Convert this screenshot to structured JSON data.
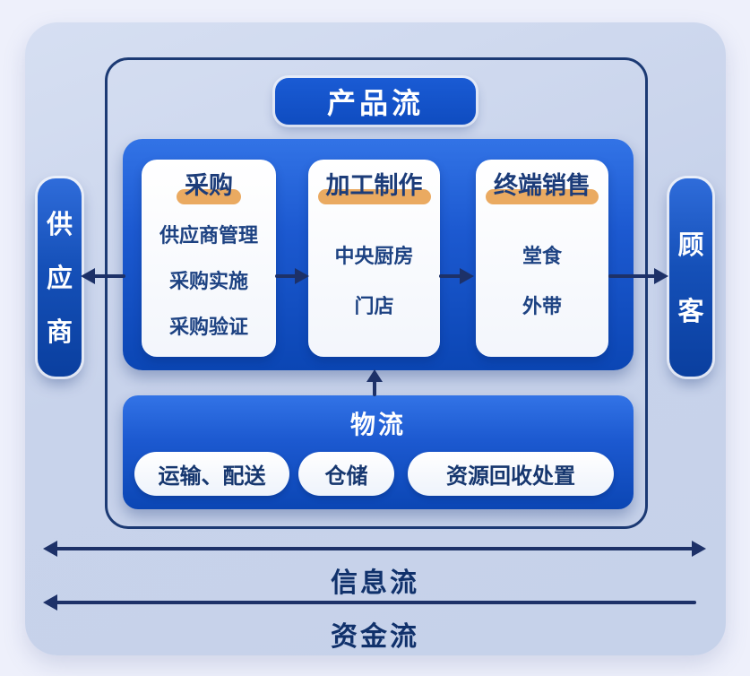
{
  "diagram": {
    "product_flow_label": "产品流",
    "supplier_label": "供应商",
    "customer_label": "顾客",
    "cards": [
      {
        "title": "采购",
        "items": [
          "供应商管理",
          "采购实施",
          "采购验证"
        ]
      },
      {
        "title": "加工制作",
        "items": [
          "中央厨房",
          "门店"
        ]
      },
      {
        "title": "终端销售",
        "items": [
          "堂食",
          "外带"
        ]
      }
    ],
    "logistics": {
      "title": "物流",
      "tags": [
        "运输、配送",
        "仓储",
        "资源回收处置"
      ]
    },
    "flows": {
      "information": "信息流",
      "capital": "资金流"
    },
    "colors": {
      "panel_bg": "#c8d3eb",
      "deep_blue": "#0b46b4",
      "bright_blue": "#3273e6",
      "badge_blue": "#1253c9",
      "frame_navy": "#1c3a74",
      "arrow_navy": "#1d3168",
      "card_bg": "#f6f8fd",
      "title_navy": "#1c3c79",
      "item_navy": "#1d4282",
      "highlight_orange": "#eaaa61"
    }
  }
}
